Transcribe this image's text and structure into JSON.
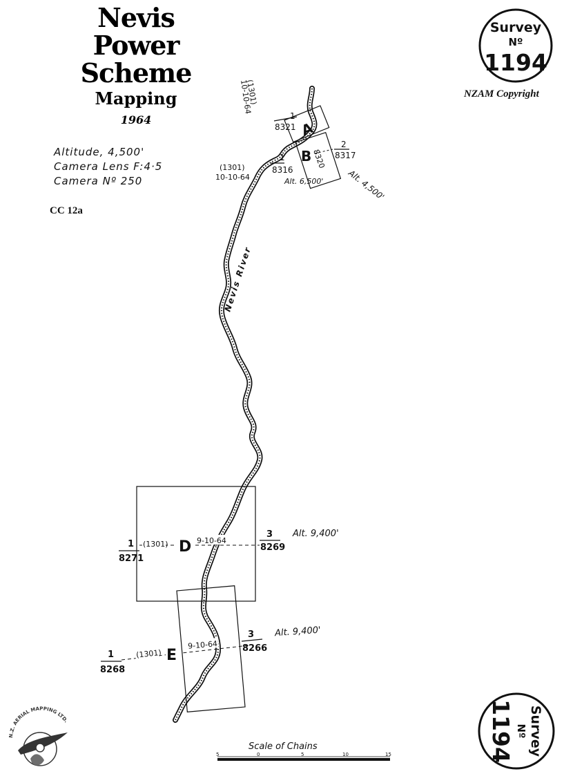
{
  "title": {
    "line1": "Nevis",
    "line2": "Power",
    "line3": "Scheme",
    "line4": "Mapping",
    "year": "1964"
  },
  "specs": {
    "altitude": "Altitude,   4,500'",
    "lens": "Camera Lens F:4·5",
    "camera": "Camera   Nº 250"
  },
  "reference": "CC 12a",
  "copyright": "NZAM Copyright",
  "stamp_top": {
    "line1": "Survey",
    "line2": "Nº",
    "number": "1194"
  },
  "stamp_bottom": {
    "line1": "Survey",
    "line2": "Nº",
    "number": "1194"
  },
  "river_label": "Nevis River",
  "runs": {
    "A": {
      "letter": "A",
      "date_top": "(1301)",
      "date_bottom": "10-10-64",
      "start_num": "1",
      "start_photo": "8321",
      "end_photo": "8320"
    },
    "B": {
      "letter": "B",
      "date_top": "(1301)",
      "date_bottom": "10-10-64",
      "start_num": "1",
      "start_photo": "8316",
      "end_num": "2",
      "end_photo": "8317",
      "alt_inner": "Alt. 6,500'",
      "alt_outer": "Alt. 4,500'"
    },
    "D": {
      "letter": "D",
      "start_num": "1",
      "start_photo": "8271",
      "film": "(1301)",
      "date": "9-10-64",
      "end_num": "3",
      "end_photo": "8269",
      "alt": "Alt. 9,400'"
    },
    "E": {
      "letter": "E",
      "start_num": "1",
      "start_photo": "8268",
      "film": "(1301)",
      "date": "9-10-64",
      "end_num": "3",
      "end_photo": "8266",
      "alt": "Alt. 9,400'"
    }
  },
  "scale": {
    "title": "Scale of Chains",
    "ticks": [
      "5",
      "0",
      "5",
      "10",
      "15"
    ]
  },
  "logo": {
    "text": "N.Z. AERIAL MAPPING LTD."
  }
}
